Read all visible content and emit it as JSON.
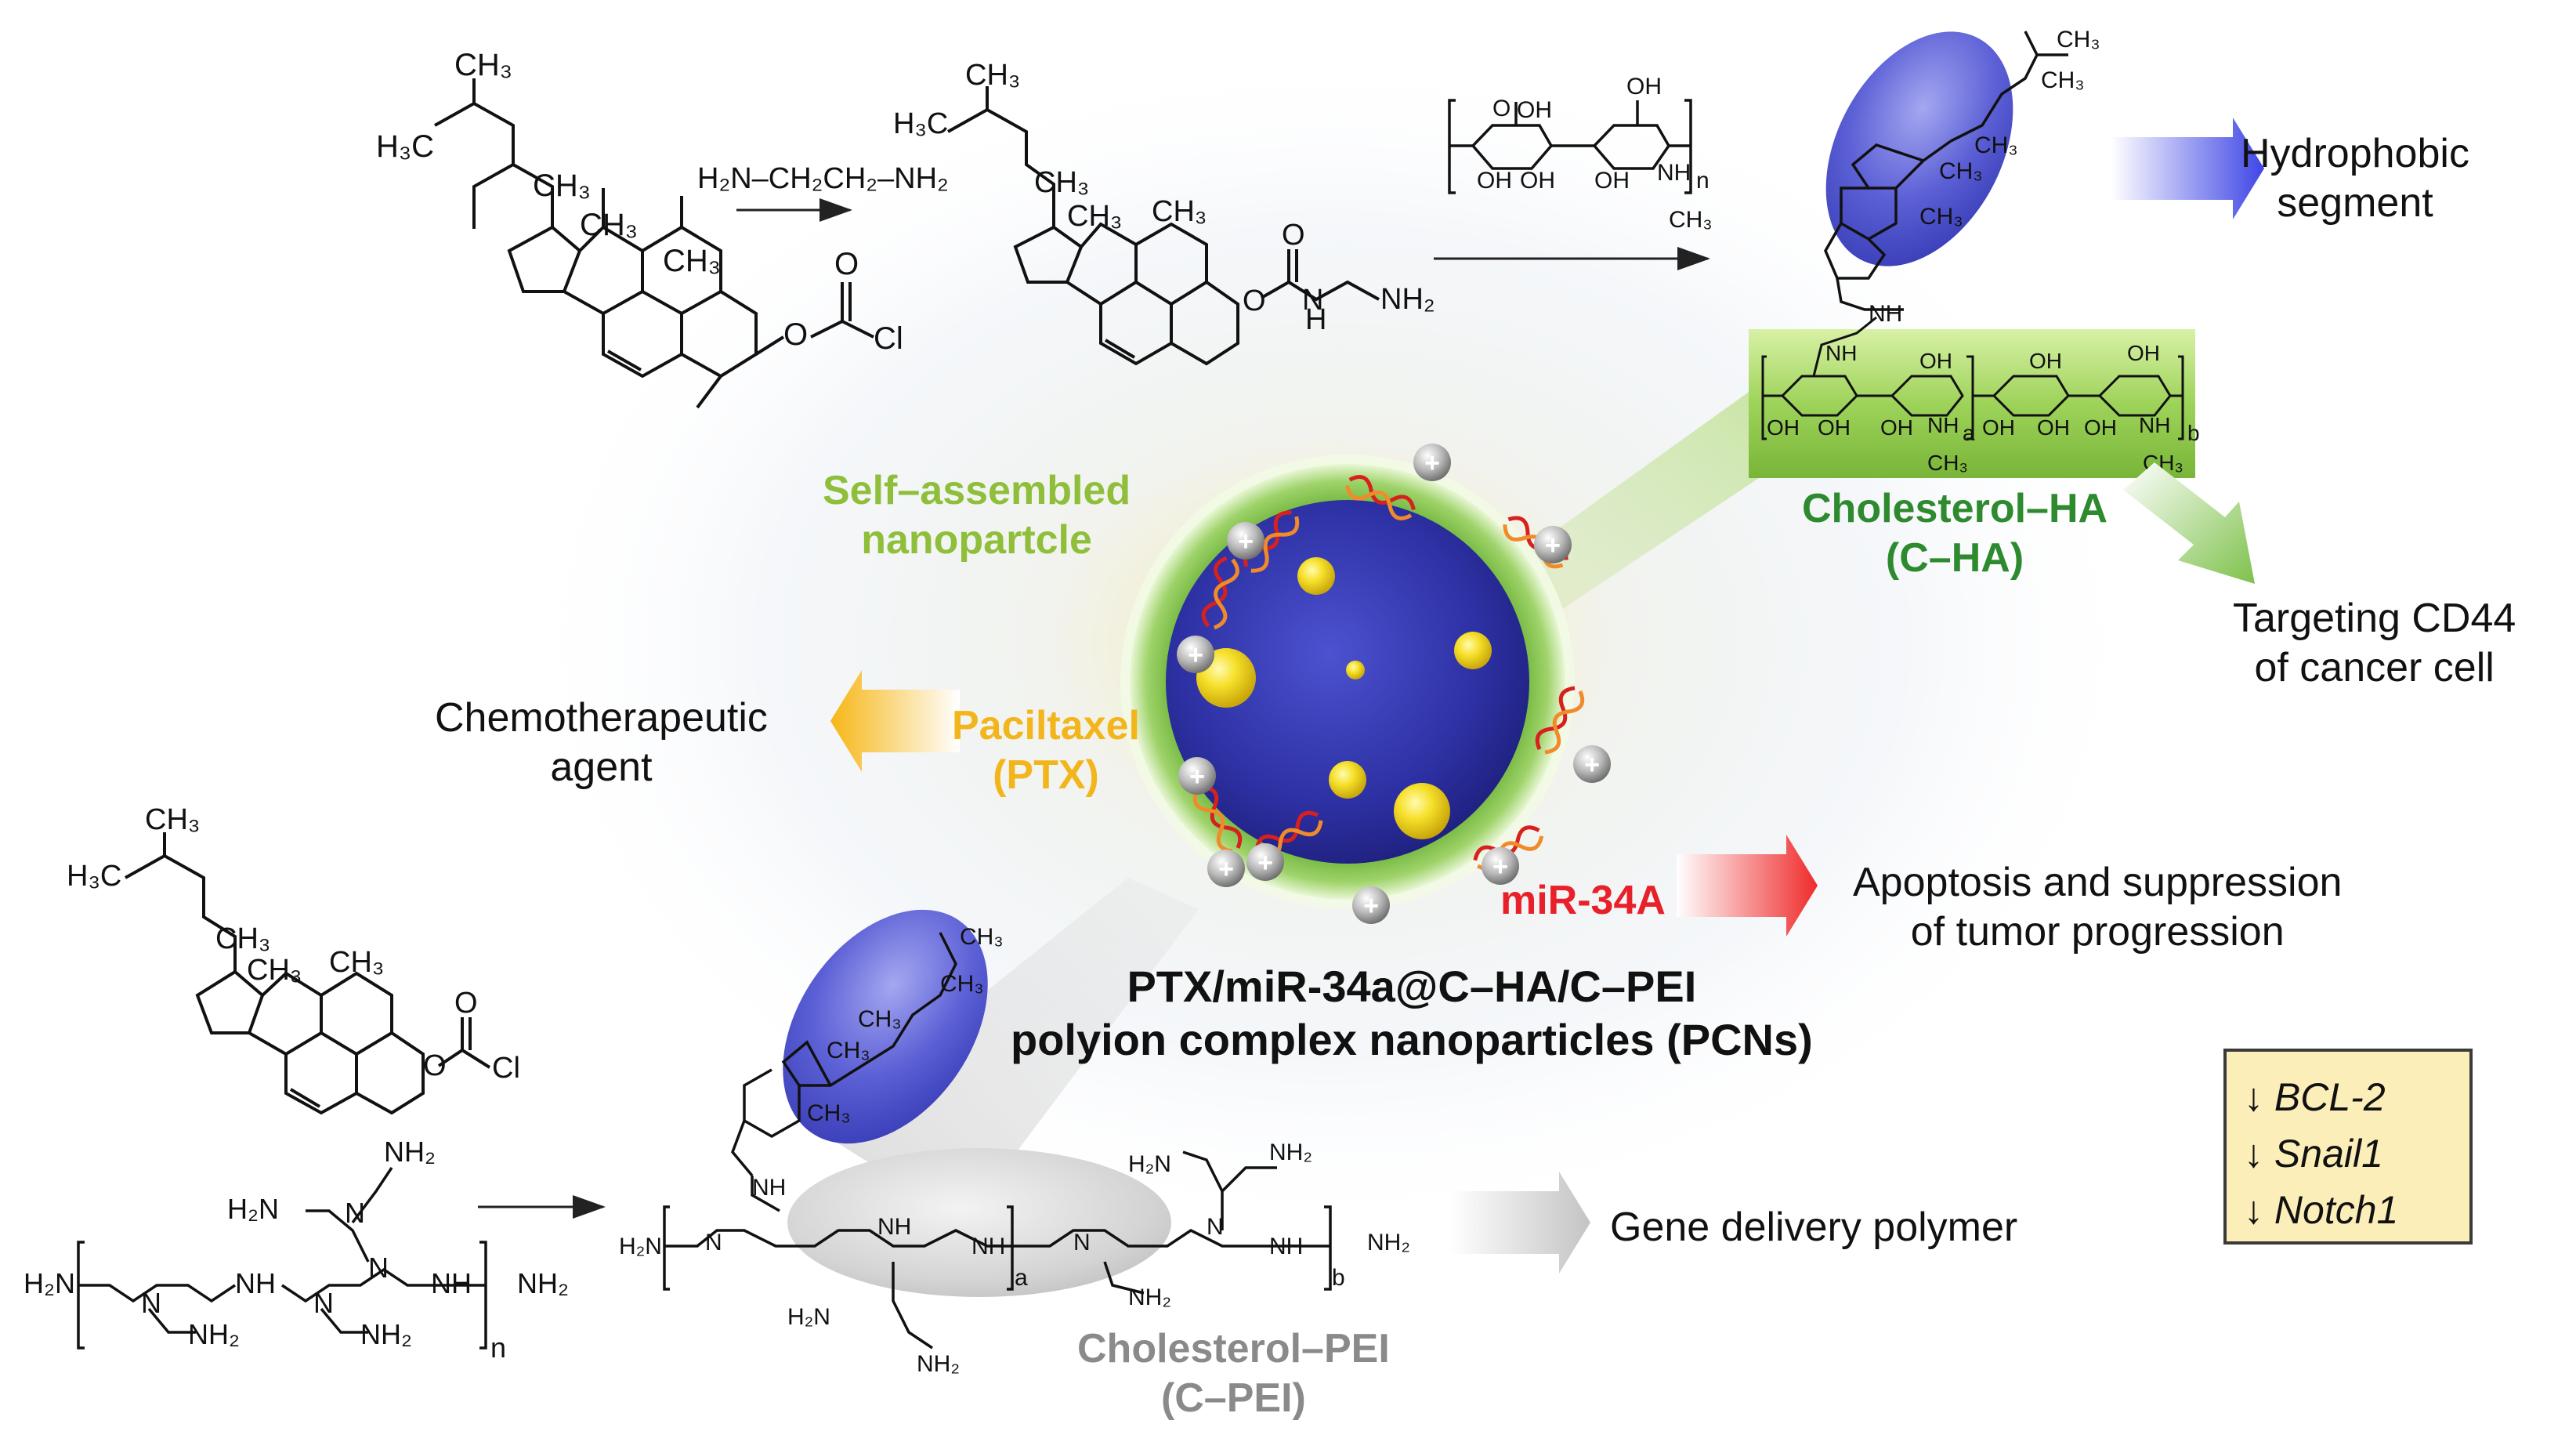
{
  "labels": {
    "hydrophobic_l1": "Hydrophobic",
    "hydrophobic_l2": "segment",
    "cholesterol_ha_l1": "Cholesterol–HA",
    "cholesterol_ha_l2": "(C–HA)",
    "targeting_l1": "Targeting CD44",
    "targeting_l2": "of cancer cell",
    "self_assembled_l1": "Self–assembled",
    "self_assembled_l2": "nanopartcle",
    "chemo_l1": "Chemotherapeutic",
    "chemo_l2": "agent",
    "paclitaxel_l1": "Paciltaxel",
    "paclitaxel_l2": "(PTX)",
    "mir": "miR-34A",
    "apoptosis_l1": "Apoptosis and suppression",
    "apoptosis_l2": "of tumor progression",
    "pcn_l1": "PTX/miR-34a@C–HA/C–PEI",
    "pcn_l2": "polyion complex nanoparticles (PCNs)",
    "gene_delivery": "Gene delivery polymer",
    "cholesterol_pei_l1": "Cholesterol–PEI",
    "cholesterol_pei_l2": "(C–PEI)"
  },
  "gene_box": {
    "arrow": "↓",
    "genes": [
      "BCL-2",
      "Snail1",
      "Notch1"
    ]
  },
  "reagents": {
    "ethylenediamine": "H₂N–CH₂CH₂–NH₂",
    "cl": "Cl",
    "ch3": "CH₃",
    "h3c": "H₃C",
    "nh2": "NH₂",
    "h2n": "H₂N",
    "n_sub": "n",
    "a_sub": "a",
    "b_sub": "b",
    "o": "O",
    "oh": "OH",
    "nh": "NH",
    "n": "N",
    "h": "H",
    "plus": "+"
  },
  "colors": {
    "ha_green_text": "#2e8a2e",
    "self_assembled_green": "#8fbf3a",
    "paclitaxel_yellow": "#f3b51c",
    "mir_red": "#e8202a",
    "pei_gray": "#8a8a8a",
    "core_blue": "#3337a8",
    "shell_green": "#7cc242",
    "drug_yellow": "#f4d21a"
  }
}
